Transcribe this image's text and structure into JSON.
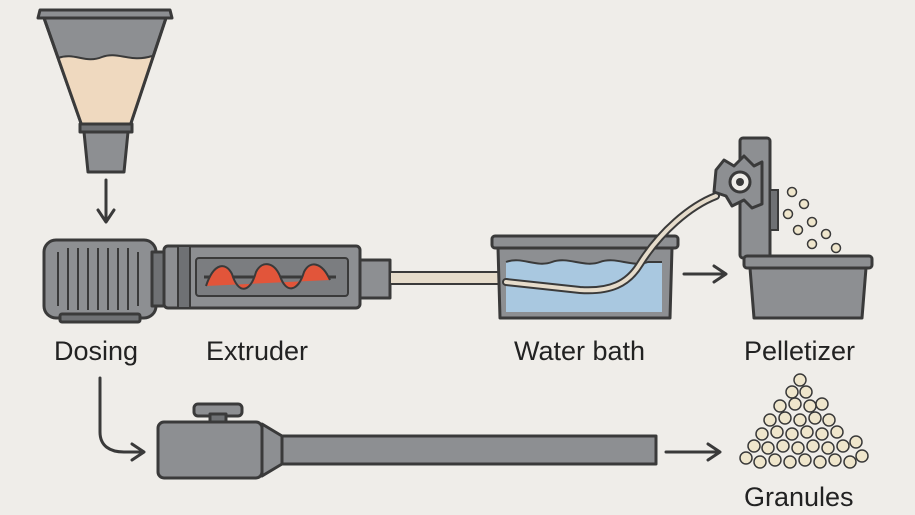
{
  "labels": {
    "dosing": "Dosing",
    "extruder": "Extruder",
    "water_bath": "Water bath",
    "pelletizer": "Pelletizer",
    "granules": "Granules"
  },
  "colors": {
    "background": "#efede9",
    "metal": "#8d8f92",
    "metal_dark": "#6f7174",
    "outline": "#3a3a3a",
    "material": "#efd9bf",
    "screw": "#e2553a",
    "water": "#a9c8e0",
    "strand": "#e6dccb",
    "granule": "#efe6cc"
  },
  "icons": [
    "hopper-icon",
    "motor-icon",
    "screw-extruder-icon",
    "water-bath-icon",
    "pelletizer-cutter-icon",
    "collection-bin-icon",
    "granules-pile-icon",
    "flow-arrow-icon"
  ]
}
